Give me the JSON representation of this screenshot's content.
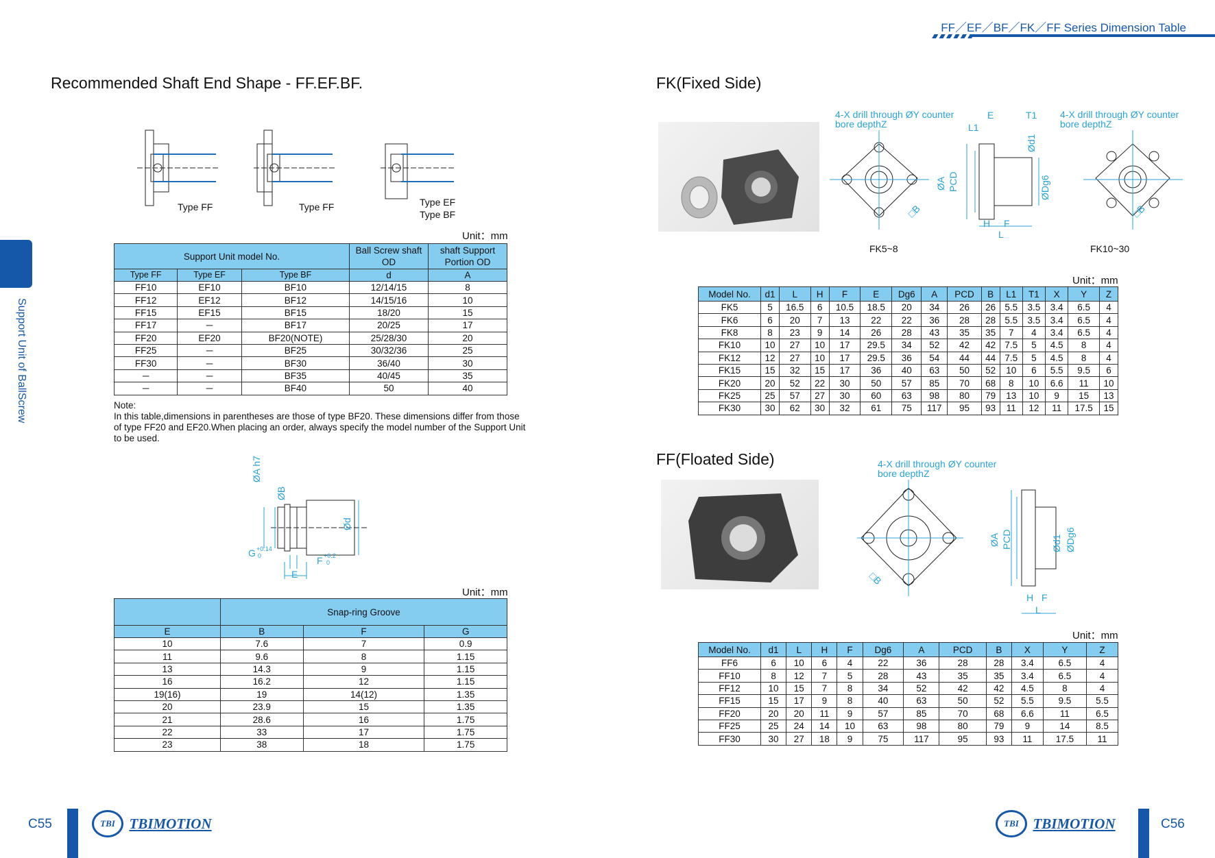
{
  "header": {
    "title": "FF／EF／BF／FK／FF Series Dimension Table"
  },
  "side_tab": {
    "label": "Support Unit of BallScrew"
  },
  "left": {
    "title": "Recommended Shaft End Shape - FF.EF.BF.",
    "figure_labels": {
      "ff1": "Type FF",
      "ff2": "Type FF",
      "ef": "Type EF",
      "bf": "Type BF"
    },
    "unit1": "Unit：mm",
    "t1": {
      "head": {
        "model": "Support Unit model No.",
        "bs": "Ball Screw shaft OD",
        "ss": "shaft Support Portion OD",
        "ff": "Type FF",
        "ef": "Type EF",
        "bf": "Type BF",
        "d": "d",
        "a": "A"
      },
      "rows": [
        [
          "FF10",
          "EF10",
          "BF10",
          "12/14/15",
          "8"
        ],
        [
          "FF12",
          "EF12",
          "BF12",
          "14/15/16",
          "10"
        ],
        [
          "FF15",
          "EF15",
          "BF15",
          "18/20",
          "15"
        ],
        [
          "FF17",
          "─",
          "BF17",
          "20/25",
          "17"
        ],
        [
          "FF20",
          "EF20",
          "BF20(NOTE)",
          "25/28/30",
          "20"
        ],
        [
          "FF25",
          "─",
          "BF25",
          "30/32/36",
          "25"
        ],
        [
          "FF30",
          "─",
          "BF30",
          "36/40",
          "30"
        ],
        [
          "─",
          "─",
          "BF35",
          "40/45",
          "35"
        ],
        [
          "─",
          "─",
          "BF40",
          "50",
          "40"
        ]
      ]
    },
    "note": {
      "label": "Note:",
      "text": "In this table,dimensions in parentheses are those of type BF20. These dimensions differ from those of type FF20 and EF20.When placing an order, always specify the model number of the Support Unit to be used."
    },
    "shaft_labels": {
      "a": "ØA h7",
      "b": "ØB",
      "d": "Ød",
      "g": "G",
      "gtol_up": "+0.14",
      "gtol_lo": "0",
      "f": "F",
      "ftol_up": "+0.2",
      "ftol_lo": "0",
      "e": "E"
    },
    "unit2": "Unit：mm",
    "t2": {
      "head": {
        "group": "Snap-ring Groove",
        "e": "E",
        "b": "B",
        "f": "F",
        "g": "G"
      },
      "rows": [
        [
          "10",
          "7.6",
          "7",
          "0.9"
        ],
        [
          "11",
          "9.6",
          "8",
          "1.15"
        ],
        [
          "13",
          "14.3",
          "9",
          "1.15"
        ],
        [
          "16",
          "16.2",
          "12",
          "1.15"
        ],
        [
          "19(16)",
          "19",
          "14(12)",
          "1.35"
        ],
        [
          "20",
          "23.9",
          "15",
          "1.35"
        ],
        [
          "21",
          "28.6",
          "16",
          "1.75"
        ],
        [
          "22",
          "33",
          "17",
          "1.75"
        ],
        [
          "23",
          "38",
          "18",
          "1.75"
        ]
      ]
    }
  },
  "right": {
    "fk_title": "FK(Fixed Side)",
    "fk_drill1": "4-X drill through ØY counter bore depthZ",
    "fk_drill2": "4-X drill through ØY counter bore depthZ",
    "fk_dims": {
      "e": "E",
      "t1": "T1",
      "l1": "L1",
      "d1": "Ød1",
      "dg6": "ØDg6",
      "a": "ØA",
      "pcd": "PCD",
      "h": "H",
      "f": "F",
      "l": "L",
      "b": "□B",
      "b2": "□B"
    },
    "fk_caption1": "FK5~8",
    "fk_caption2": "FK10~30",
    "unit3": "Unit：mm",
    "t3": {
      "head": [
        "Model No.",
        "d1",
        "L",
        "H",
        "F",
        "E",
        "Dg6",
        "A",
        "PCD",
        "B",
        "L1",
        "T1",
        "X",
        "Y",
        "Z"
      ],
      "rows": [
        [
          "FK5",
          "5",
          "16.5",
          "6",
          "10.5",
          "18.5",
          "20",
          "34",
          "26",
          "26",
          "5.5",
          "3.5",
          "3.4",
          "6.5",
          "4"
        ],
        [
          "FK6",
          "6",
          "20",
          "7",
          "13",
          "22",
          "22",
          "36",
          "28",
          "28",
          "5.5",
          "3.5",
          "3.4",
          "6.5",
          "4"
        ],
        [
          "FK8",
          "8",
          "23",
          "9",
          "14",
          "26",
          "28",
          "43",
          "35",
          "35",
          "7",
          "4",
          "3.4",
          "6.5",
          "4"
        ],
        [
          "FK10",
          "10",
          "27",
          "10",
          "17",
          "29.5",
          "34",
          "52",
          "42",
          "42",
          "7.5",
          "5",
          "4.5",
          "8",
          "4"
        ],
        [
          "FK12",
          "12",
          "27",
          "10",
          "17",
          "29.5",
          "36",
          "54",
          "44",
          "44",
          "7.5",
          "5",
          "4.5",
          "8",
          "4"
        ],
        [
          "FK15",
          "15",
          "32",
          "15",
          "17",
          "36",
          "40",
          "63",
          "50",
          "52",
          "10",
          "6",
          "5.5",
          "9.5",
          "6"
        ],
        [
          "FK20",
          "20",
          "52",
          "22",
          "30",
          "50",
          "57",
          "85",
          "70",
          "68",
          "8",
          "10",
          "6.6",
          "11",
          "10"
        ],
        [
          "FK25",
          "25",
          "57",
          "27",
          "30",
          "60",
          "63",
          "98",
          "80",
          "79",
          "13",
          "10",
          "9",
          "15",
          "13"
        ],
        [
          "FK30",
          "30",
          "62",
          "30",
          "32",
          "61",
          "75",
          "117",
          "95",
          "93",
          "11",
          "12",
          "11",
          "17.5",
          "15"
        ]
      ]
    },
    "ff_title": "FF(Floated Side)",
    "ff_drill": "4-X drill through ØY counter bore depthZ",
    "ff_dims": {
      "b": "□B",
      "a": "ØA",
      "pcd": "PCD",
      "d1": "Ød1",
      "dg6": "ØDg6",
      "h": "H",
      "f": "F",
      "l": "L"
    },
    "unit4": "Unit：mm",
    "t4": {
      "head": [
        "Model No.",
        "d1",
        "L",
        "H",
        "F",
        "Dg6",
        "A",
        "PCD",
        "B",
        "X",
        "Y",
        "Z"
      ],
      "rows": [
        [
          "FF6",
          "6",
          "10",
          "6",
          "4",
          "22",
          "36",
          "28",
          "28",
          "3.4",
          "6.5",
          "4"
        ],
        [
          "FF10",
          "8",
          "12",
          "7",
          "5",
          "28",
          "43",
          "35",
          "35",
          "3.4",
          "6.5",
          "4"
        ],
        [
          "FF12",
          "10",
          "15",
          "7",
          "8",
          "34",
          "52",
          "42",
          "42",
          "4.5",
          "8",
          "4"
        ],
        [
          "FF15",
          "15",
          "17",
          "9",
          "8",
          "40",
          "63",
          "50",
          "52",
          "5.5",
          "9.5",
          "5.5"
        ],
        [
          "FF20",
          "20",
          "20",
          "11",
          "9",
          "57",
          "85",
          "70",
          "68",
          "6.6",
          "11",
          "6.5"
        ],
        [
          "FF25",
          "25",
          "24",
          "14",
          "10",
          "63",
          "98",
          "80",
          "79",
          "9",
          "14",
          "8.5"
        ],
        [
          "FF30",
          "30",
          "27",
          "18",
          "9",
          "75",
          "117",
          "95",
          "93",
          "11",
          "17.5",
          "11"
        ]
      ]
    }
  },
  "footer": {
    "left_page": "C55",
    "right_page": "C56",
    "logo_badge": "TBI",
    "logo_text": "TBIMOTION"
  },
  "colors": {
    "brand": "#1557a8",
    "table_header": "#84cdf0",
    "drawing": "#29a3d6"
  }
}
